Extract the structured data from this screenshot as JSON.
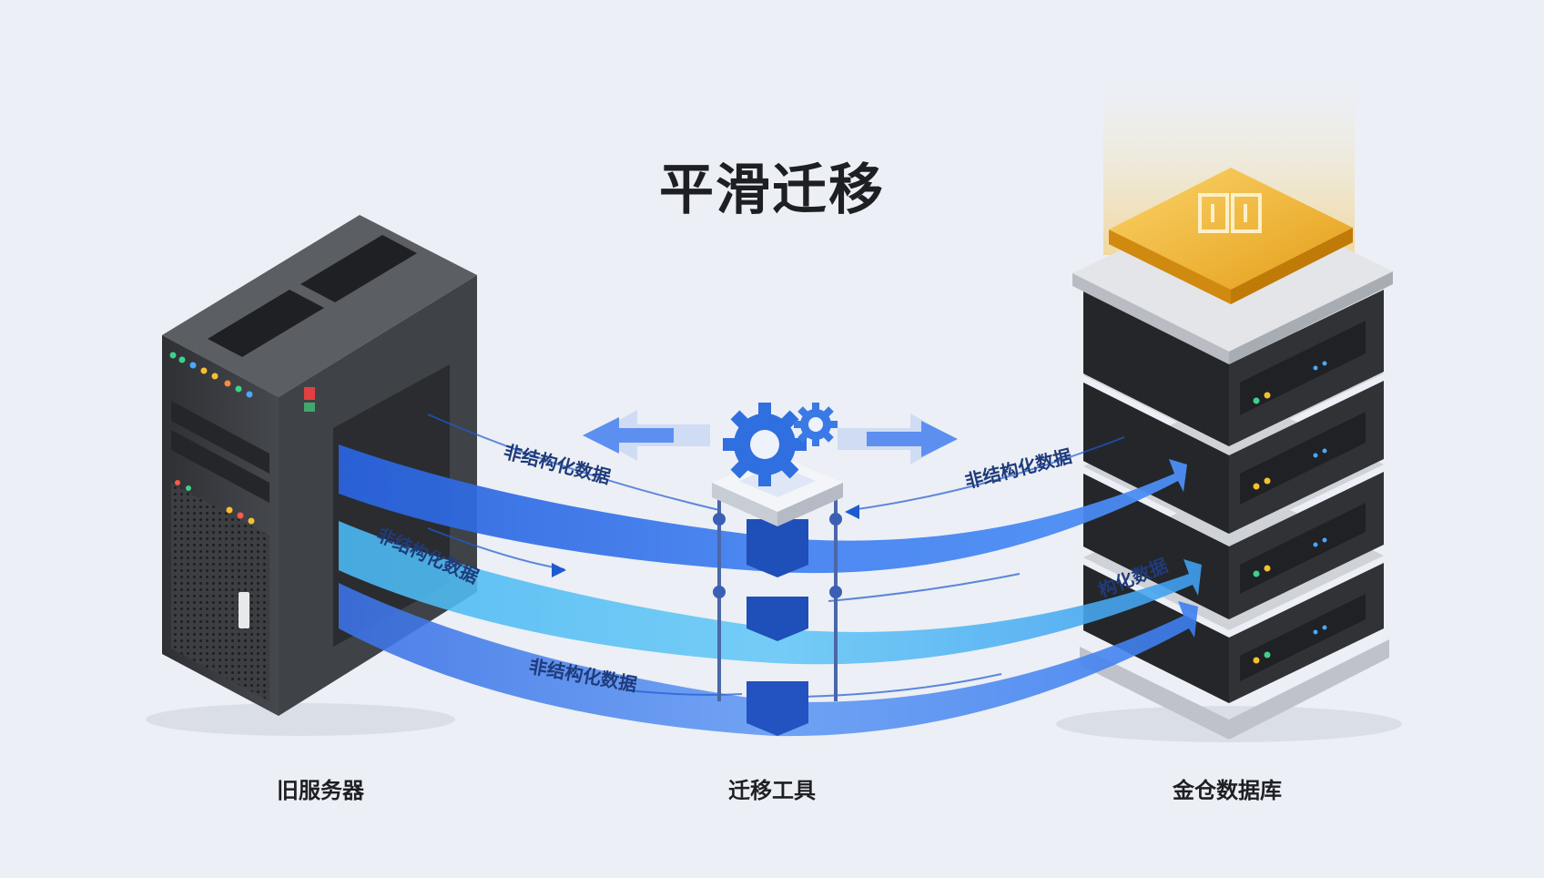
{
  "title": "平滑迁移",
  "nodes": {
    "old_server": "旧服务器",
    "migration_tool": "迁移工具",
    "target_db": "金仓数据库"
  },
  "flow_labels": [
    "非结构化数据",
    "非结构化数据",
    "非结构化数据",
    "非结构化数据",
    "构化数据"
  ],
  "colors": {
    "background": "#eceff5",
    "stream_dark": "#2f6fe0",
    "stream_light": "#52b6f0",
    "gold": "#f1b52e",
    "server_body": "#3a3c40"
  }
}
